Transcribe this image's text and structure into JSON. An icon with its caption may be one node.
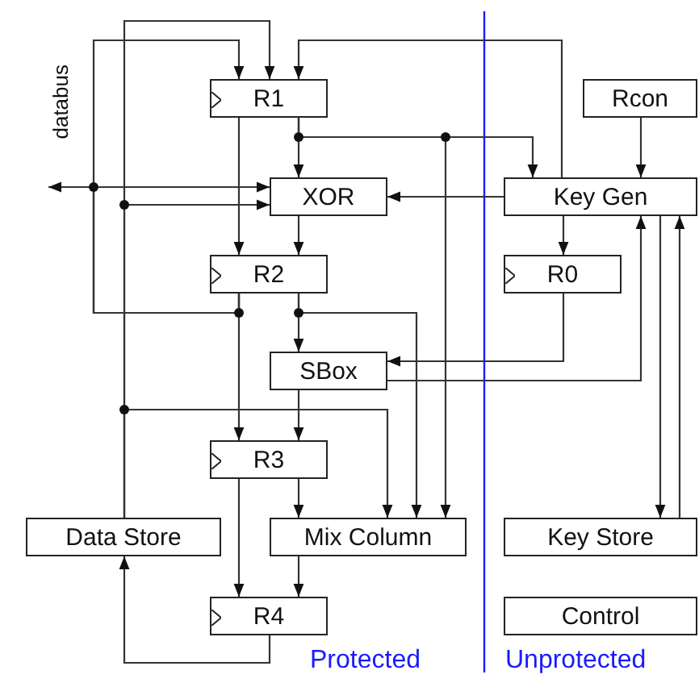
{
  "diagram": {
    "nodes": [
      {
        "text": [
          "R1"
        ]
      },
      {
        "text": [
          "Rcon"
        ]
      },
      {
        "text": [
          "databus"
        ]
      },
      {
        "text": [
          "XOR"
        ]
      },
      {
        "text": [
          "Key Gen"
        ]
      },
      {
        "text": [
          "R2"
        ]
      },
      {
        "text": [
          "R0"
        ]
      },
      {
        "text": [
          "SBox"
        ]
      },
      {
        "text": [
          "R3"
        ]
      },
      {
        "text": [
          "Data Store"
        ]
      },
      {
        "text": [
          "Mix Column"
        ]
      },
      {
        "text": [
          "Key Store"
        ]
      },
      {
        "text": [
          "R4"
        ]
      },
      {
        "text": [
          "Control"
        ]
      }
    ],
    "edges": [
      {
        "from": 9,
        "to": 0,
        "arrow": "to"
      },
      {
        "from": 5,
        "to": 0,
        "arrow": "to"
      },
      {
        "from": 5,
        "to": 3,
        "arrow": "to"
      },
      {
        "from": 5,
        "to": 2,
        "arrow": "to"
      },
      {
        "from": 9,
        "to": 3,
        "arrow": "to"
      },
      {
        "from": 9,
        "to": 10,
        "arrow": "to"
      },
      {
        "from": 4,
        "to": 0,
        "arrow": "to"
      },
      {
        "from": 0,
        "to": 3,
        "arrow": "to"
      },
      {
        "from": 0,
        "to": 4,
        "arrow": "to"
      },
      {
        "from": 0,
        "to": 10,
        "arrow": "to"
      },
      {
        "from": 0,
        "to": 5,
        "arrow": "to"
      },
      {
        "from": 3,
        "to": 5,
        "arrow": "to"
      },
      {
        "from": 4,
        "to": 3,
        "arrow": "to"
      },
      {
        "from": 1,
        "to": 4,
        "arrow": "to"
      },
      {
        "from": 4,
        "to": 6,
        "arrow": "to"
      },
      {
        "from": 6,
        "to": 7,
        "arrow": "to"
      },
      {
        "from": 7,
        "to": 4,
        "arrow": "to"
      },
      {
        "from": 4,
        "to": 11,
        "arrow": "to"
      },
      {
        "from": 11,
        "to": 4,
        "arrow": "to"
      },
      {
        "from": 5,
        "to": 7,
        "arrow": "to"
      },
      {
        "from": 5,
        "to": 8,
        "arrow": "to"
      },
      {
        "from": 5,
        "to": 10,
        "arrow": "to"
      },
      {
        "from": 7,
        "to": 8,
        "arrow": "to"
      },
      {
        "from": 8,
        "to": 10,
        "arrow": "to"
      },
      {
        "from": 8,
        "to": 12,
        "arrow": "to"
      },
      {
        "from": 10,
        "to": 12,
        "arrow": "to"
      },
      {
        "from": 12,
        "to": 9,
        "arrow": "to"
      }
    ],
    "labels": [
      "Protected",
      "Unprotected"
    ]
  }
}
